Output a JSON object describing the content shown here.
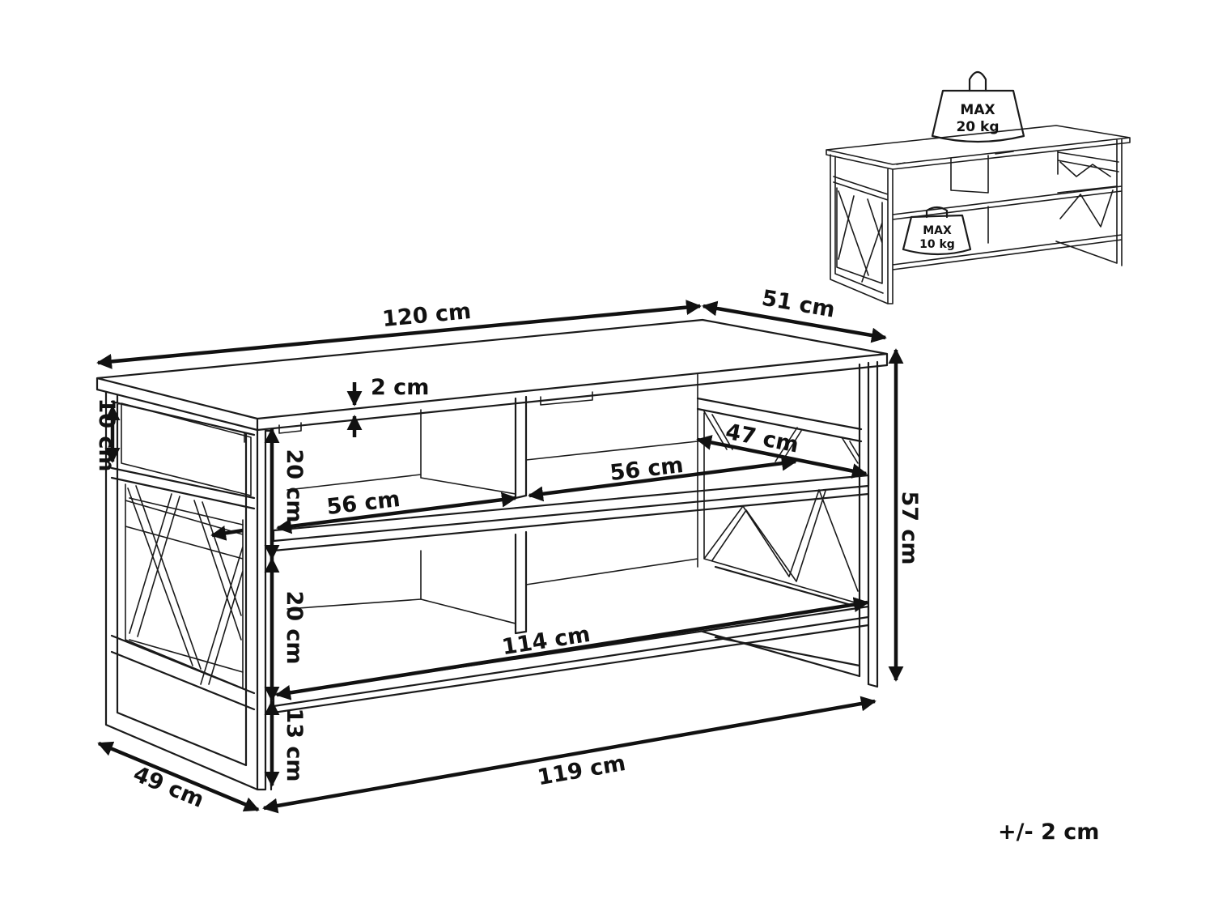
{
  "dimensions": {
    "top_width": "120 cm",
    "top_depth": "51 cm",
    "top_thickness": "2 cm",
    "drawer_height": "10 cm",
    "total_height": "57 cm",
    "upper_shelf_height": "20 cm",
    "lower_shelf_height": "20 cm",
    "foot_clearance": "13 cm",
    "base_width": "119 cm",
    "base_depth": "49 cm",
    "left_shelf_width": "56 cm",
    "right_shelf_width": "56 cm",
    "shelf_depth": "47 cm",
    "inner_width": "114 cm"
  },
  "load_limits": {
    "top_label": "MAX",
    "top_value": "20 kg",
    "shelf_label": "MAX",
    "shelf_value": "10 kg"
  },
  "tolerance": "+/- 2 cm"
}
